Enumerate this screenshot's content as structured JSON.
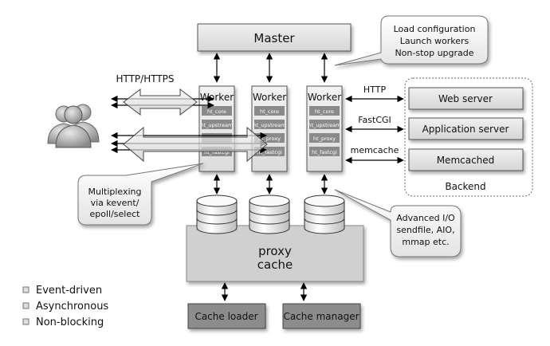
{
  "master": "Master",
  "workers": [
    {
      "title": "Worker",
      "modules": [
        "ht_core",
        "ht_upstream",
        "",
        "ht_fastcgi"
      ]
    },
    {
      "title": "Worker",
      "modules": [
        "ht_core",
        "ht_upstream",
        "ht_proxy",
        "ht_fastcgi"
      ]
    },
    {
      "title": "Worker",
      "modules": [
        "ht_core",
        "ht_upstream",
        "ht_proxy",
        "ht_fastcgi"
      ]
    }
  ],
  "callouts": {
    "master": [
      "Load configuration",
      "Launch workers",
      "Non-stop upgrade"
    ],
    "multiplexing": [
      "Multiplexing",
      "via kevent/",
      "epoll/select"
    ],
    "io": [
      "Advanced I/O",
      "sendfile, AIO,",
      "mmap etc."
    ]
  },
  "protocols": {
    "client": "HTTP/HTTPS",
    "http": "HTTP",
    "fastcgi": "FastCGI",
    "memcache": "memcache"
  },
  "backend": {
    "title": "Backend",
    "servers": [
      "Web server",
      "Application server",
      "Memcached"
    ]
  },
  "cache": {
    "line1": "proxy",
    "line2": "cache"
  },
  "cache_loader": "Cache loader",
  "cache_manager": "Cache manager",
  "legend": [
    "Event-driven",
    "Asynchronous",
    "Non-blocking"
  ]
}
